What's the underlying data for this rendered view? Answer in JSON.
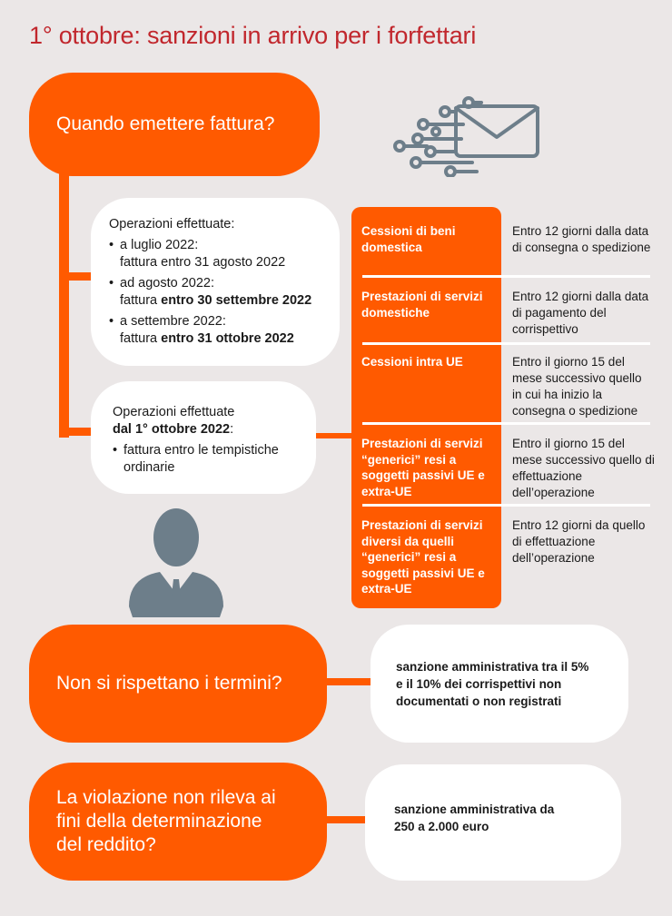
{
  "title": "1° ottobre: sanzioni in arrivo per i forfettari",
  "icons": {
    "email": "circuit-email-icon",
    "person": "businessman-icon"
  },
  "colors": {
    "accent": "#ff5a00",
    "title": "#c1272d",
    "icon": "#6d7e8a",
    "background": "#ebe7e7"
  },
  "q1": "Quando emettere fattura?",
  "box1": {
    "heading": "Operazioni effettuate:",
    "items": [
      {
        "line1": "a luglio 2022:",
        "pre": "fattura entro 31 agosto 2022",
        "bold": ""
      },
      {
        "line1": "ad agosto 2022:",
        "pre": "fattura ",
        "bold": "entro 30 settembre 2022"
      },
      {
        "line1": "a settembre 2022:",
        "pre": "fattura ",
        "bold": "entro 31 ottobre 2022"
      }
    ]
  },
  "box2": {
    "heading": "Operazioni effettuate",
    "bold_line": "dal 1° ottobre 2022",
    "colon": ":",
    "item": "fattura entro le tempistiche ordinarie"
  },
  "table": [
    {
      "op": "Cessioni di beni domestica",
      "term": "Entro 12 giorni dalla data di consegna o spedizione"
    },
    {
      "op": "Prestazioni di servizi domestiche",
      "term": "Entro 12 giorni dalla data di pagamento del corrispettivo"
    },
    {
      "op": "Cessioni intra UE",
      "term": "Entro il giorno 15 del mese successivo quello in cui ha inizio la consegna o spedizione"
    },
    {
      "op": "Prestazioni di servizi “generici” resi a soggetti passivi UE e extra-UE",
      "term": "Entro il giorno 15 del mese successivo quello di effettuazione dell’operazione"
    },
    {
      "op": "Prestazioni di servizi diversi da quelli “generici” resi a soggetti passivi UE e extra-UE",
      "term": "Entro 12 giorni da quello di effettuazione dell’operazione"
    }
  ],
  "q2": "Non si rispettano i termini?",
  "a2": "sanzione amministrativa tra il 5% e il 10% dei corrispettivi non documentati o non registrati",
  "q3": "La violazione non rileva ai fini della determinazione del reddito?",
  "a3": "sanzione amministrativa da 250 a 2.000 euro"
}
